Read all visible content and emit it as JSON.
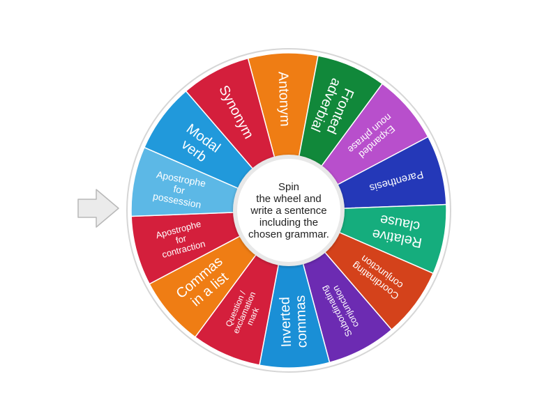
{
  "wheel": {
    "center_prompt": [
      "Spin",
      "the wheel and",
      "write a sentence",
      "including the",
      "chosen grammar."
    ],
    "segments": [
      {
        "label": "Antonym",
        "color": "#ef7d14"
      },
      {
        "label": "Fronted adverbial",
        "color": "#11883a"
      },
      {
        "label": "Expanded noun phrase",
        "color": "#b84fcc"
      },
      {
        "label": "Parenthesis",
        "color": "#2438b8"
      },
      {
        "label": "Relative clause",
        "color": "#15ad7d"
      },
      {
        "label": "Coordinating conjunction",
        "color": "#d4421b"
      },
      {
        "label": "Subordinating conjunction",
        "color": "#6c2bb2"
      },
      {
        "label": "Inverted commas",
        "color": "#1a8fd6"
      },
      {
        "label": "Question / exclamation mark",
        "color": "#d41f3c"
      },
      {
        "label": "Commas in a list",
        "color": "#ef7d14"
      },
      {
        "label": "Apostrophe for contraction",
        "color": "#d41f3c"
      },
      {
        "label": "Apostrophe for possession",
        "color": "#5cb8e6"
      },
      {
        "label": "Modal verb",
        "color": "#2199db"
      },
      {
        "label": "Synonym",
        "color": "#d41f3c"
      }
    ],
    "pointer_icon": "arrow-right-icon"
  }
}
